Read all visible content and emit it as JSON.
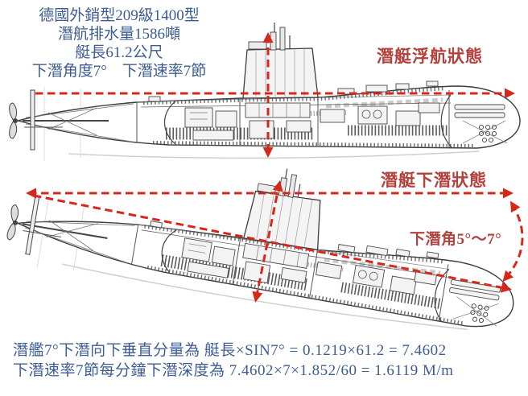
{
  "header": {
    "lines": [
      "德國外銷型209級1400型",
      "潛航排水量1586噸",
      "艇長61.2公尺",
      "下潛角度7°　下潛速率7節"
    ]
  },
  "labels": {
    "surfaced": "潛艇浮航狀態",
    "diving": "潛艇下潛狀態",
    "dive_angle": "下潛角5°～7°"
  },
  "formulas": {
    "line1": "潛艦7°下潛向下垂直分量為 艇長×SIN7° = 0.1219×61.2 = 7.4602",
    "line2": "下潛速率7節每分鐘下潛深度為 7.4602×7×1.852/60 = 1.6119 M/m"
  },
  "colors": {
    "annotation_red": "#d6281a",
    "label_red": "#b2423e",
    "text_blue": "#3d5c92"
  }
}
